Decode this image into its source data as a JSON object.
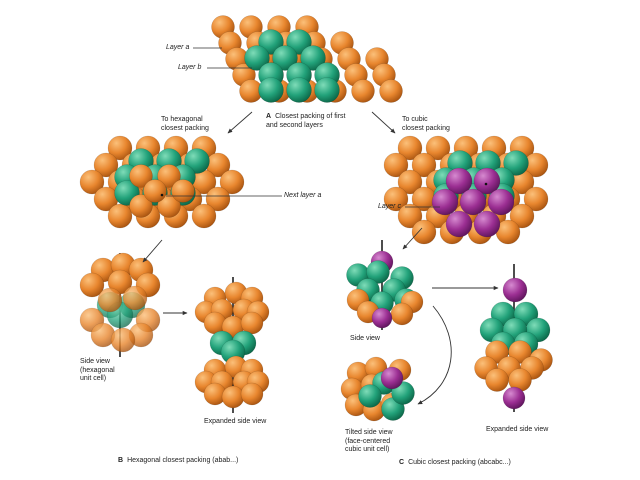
{
  "colors": {
    "layer_a": "#e8862e",
    "layer_b": "#22a27a",
    "layer_c": "#9c2f93",
    "line": "#333333"
  },
  "labels": {
    "layer_a": "Layer a",
    "layer_b": "Layer b",
    "layer_c": "Layer c",
    "next_layer_a": "Next layer a",
    "to_hexagonal": "To hexagonal\nclosest packing",
    "to_cubic": "To cubic\nclosest packing",
    "side_view_hex": "Side view\n(hexagonal\nunit cell)",
    "expanded_side_view_hex": "Expanded side view",
    "side_view_cubic": "Side view",
    "tilted_side_view": "Tilted side view\n(face-centered\ncubic unit cell)",
    "expanded_side_view_cubic": "Expanded side view"
  },
  "captions": {
    "a_letter": "A",
    "a_text": "Closest packing of first\nand second layers",
    "b_letter": "B",
    "b_text": "Hexagonal closest packing (abab...)",
    "c_letter": "C",
    "c_text": "Cubic closest packing (abcabc...)"
  }
}
